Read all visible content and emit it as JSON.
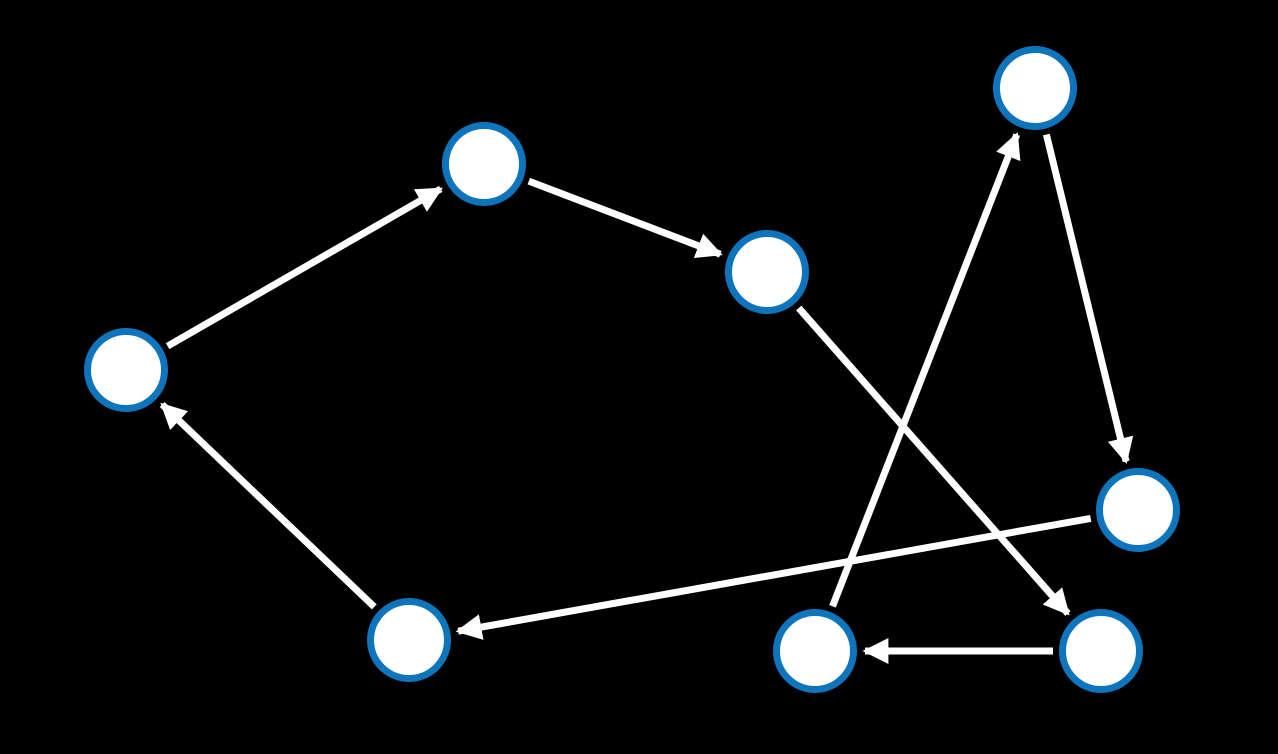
{
  "diagram": {
    "type": "directed-graph",
    "background_color": "#000000",
    "node_fill_color": "#ffffff",
    "node_stroke_color": "#0e75bd",
    "edge_color": "#ffffff",
    "nodes": [
      {
        "id": "n1"
      },
      {
        "id": "n2"
      },
      {
        "id": "n3"
      },
      {
        "id": "n4"
      },
      {
        "id": "n5"
      },
      {
        "id": "n6"
      },
      {
        "id": "n7"
      },
      {
        "id": "n8"
      }
    ],
    "edges": [
      {
        "from": "n1",
        "to": "n2"
      },
      {
        "from": "n2",
        "to": "n3"
      },
      {
        "from": "n3",
        "to": "n8"
      },
      {
        "from": "n8",
        "to": "n6"
      },
      {
        "from": "n6",
        "to": "n4"
      },
      {
        "from": "n4",
        "to": "n7"
      },
      {
        "from": "n7",
        "to": "n5"
      },
      {
        "from": "n5",
        "to": "n1"
      }
    ]
  }
}
